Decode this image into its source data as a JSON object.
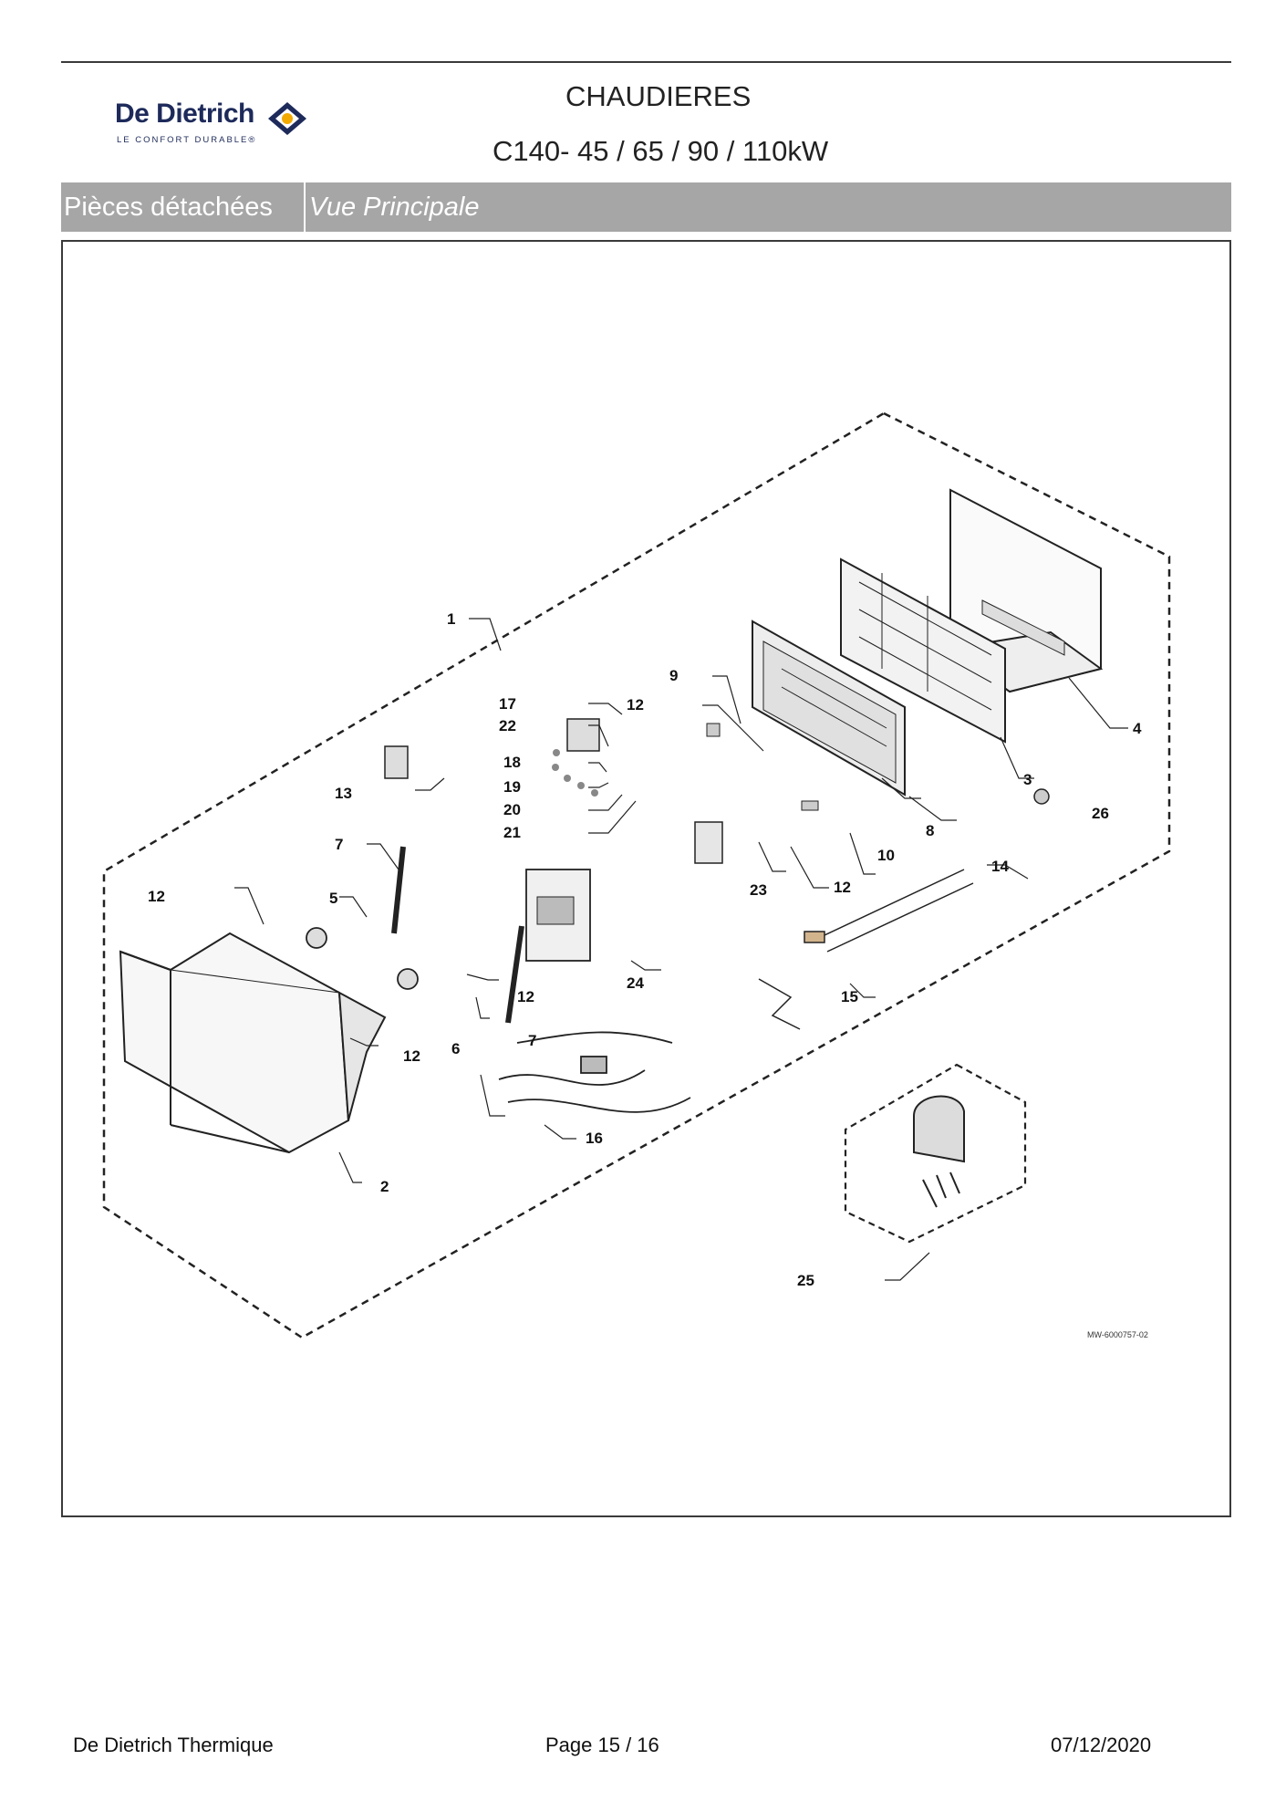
{
  "header": {
    "brand": "De Dietrich",
    "tagline": "LE CONFORT DURABLE®",
    "title_line1": "CHAUDIERES",
    "title_line2": "C140- 45 / 65 / 90 / 110kW"
  },
  "section": {
    "label": "Pièces détachées",
    "view": "Vue Principale"
  },
  "diagram": {
    "drawing_id": "MW-6000757-02",
    "callouts": [
      "1",
      "2",
      "3",
      "4",
      "5",
      "6",
      "7",
      "7",
      "8",
      "9",
      "10",
      "12",
      "12",
      "12",
      "12",
      "12",
      "13",
      "14",
      "15",
      "16",
      "17",
      "18",
      "19",
      "20",
      "21",
      "22",
      "23",
      "24",
      "25",
      "26"
    ]
  },
  "footer": {
    "company": "De Dietrich Thermique",
    "page_label": "Page 15  /  16",
    "date": "07/12/2020"
  },
  "colors": {
    "section_bar": "#a6a6a6",
    "brand_navy": "#1d2a5a",
    "brand_orange": "#f2a900"
  }
}
